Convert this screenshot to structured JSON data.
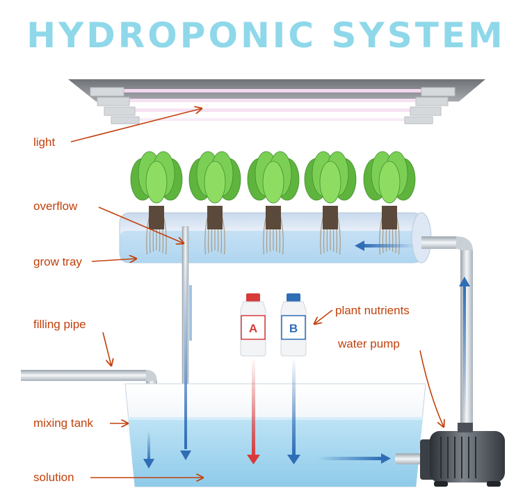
{
  "title": "HYDROPONIC SYSTEM",
  "labels": {
    "light": "light",
    "overflow": "overflow",
    "grow_tray": "grow tray",
    "filling_pipe": "filling pipe",
    "mixing_tank": "mixing tank",
    "solution": "solution",
    "plant_nutrients": "plant nutrients",
    "water_pump": "water pump"
  },
  "bottles": {
    "a": "A",
    "b": "B"
  },
  "colors": {
    "title": "#8fd8ea",
    "label": "#c2410c",
    "arrow_blue": "#2f6db5",
    "arrow_red": "#d83a3a",
    "lettuce": "#6cc24a",
    "water": "#bfe3f5"
  }
}
